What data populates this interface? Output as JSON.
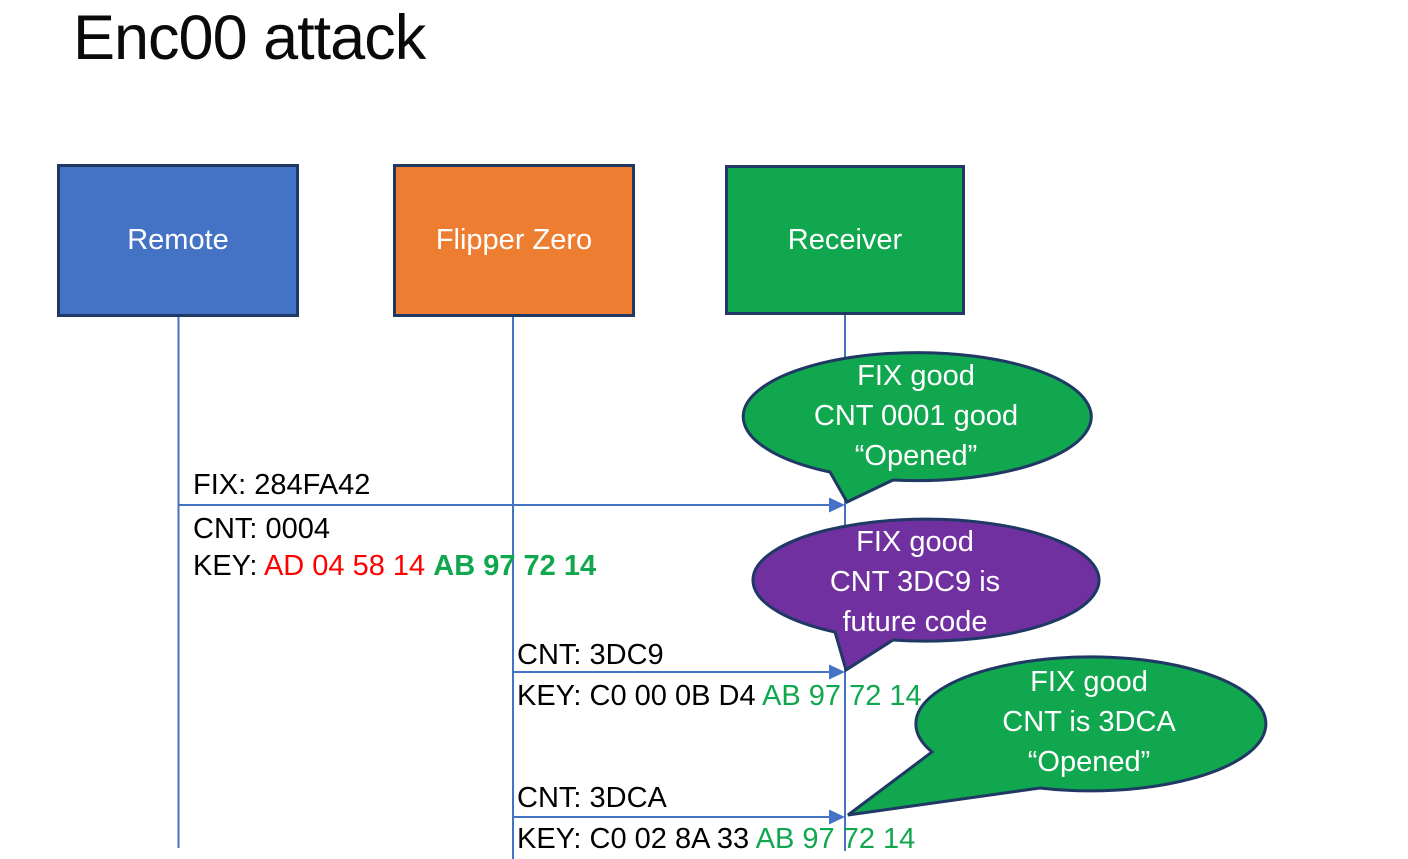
{
  "title": "Enc00 attack",
  "colors": {
    "actor_blue": "#4472C4",
    "actor_orange": "#ED7D31",
    "actor_green": "#10A74F",
    "shape_border_navy": "#1F3864",
    "line_blue": "#4472C4",
    "key_red": "#FF0000",
    "key_green": "#10A74F",
    "bubble_purple": "#7030A0",
    "bubble_green": "#10A74F",
    "text_white": "#ffffff",
    "text_black": "#000000"
  },
  "actors": [
    {
      "label": "Remote",
      "fill": "#4472C4"
    },
    {
      "label": "Flipper Zero",
      "fill": "#ED7D31"
    },
    {
      "label": "Receiver",
      "fill": "#10A74F"
    }
  ],
  "messages": [
    {
      "fix": "FIX: 284FA42",
      "cnt": "CNT: 0004",
      "key_prefix": "KEY: ",
      "key_red": "AD 04 58 14 ",
      "key_green": "AB 97 72 14"
    },
    {
      "cnt": "CNT: 3DC9",
      "key_prefix": "KEY: C0 00 0B D4 ",
      "key_green": "AB 97 72 14"
    },
    {
      "cnt": "CNT: 3DCA",
      "key_prefix": "KEY: C0 02 8A 33 ",
      "key_green": "AB 97 72 14"
    }
  ],
  "bubbles": [
    {
      "fill": "#10A74F",
      "lines": [
        "FIX good",
        "CNT 0001 good",
        "“Opened”"
      ]
    },
    {
      "fill": "#7030A0",
      "lines": [
        "FIX good",
        "CNT 3DC9 is",
        "future code"
      ]
    },
    {
      "fill": "#10A74F",
      "lines": [
        "FIX good",
        "CNT is 3DCA",
        "“Opened”"
      ]
    }
  ]
}
